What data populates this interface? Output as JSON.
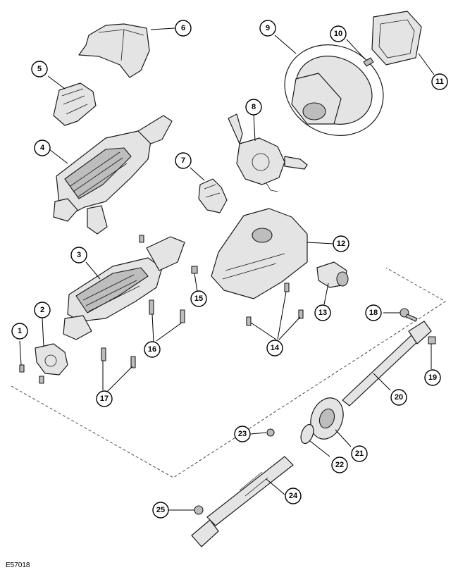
{
  "callouts": [
    {
      "label": "1"
    },
    {
      "label": "2"
    },
    {
      "label": "3"
    },
    {
      "label": "4"
    },
    {
      "label": "5"
    },
    {
      "label": "6"
    },
    {
      "label": "7"
    },
    {
      "label": "8"
    },
    {
      "label": "9"
    },
    {
      "label": "10"
    },
    {
      "label": "11"
    },
    {
      "label": "12"
    },
    {
      "label": "13"
    },
    {
      "label": "14"
    },
    {
      "label": "15"
    },
    {
      "label": "16"
    },
    {
      "label": "17"
    },
    {
      "label": "18"
    },
    {
      "label": "19"
    },
    {
      "label": "20"
    },
    {
      "label": "21"
    },
    {
      "label": "22"
    },
    {
      "label": "23"
    },
    {
      "label": "24"
    },
    {
      "label": "25"
    }
  ],
  "reference_code": "E57018"
}
